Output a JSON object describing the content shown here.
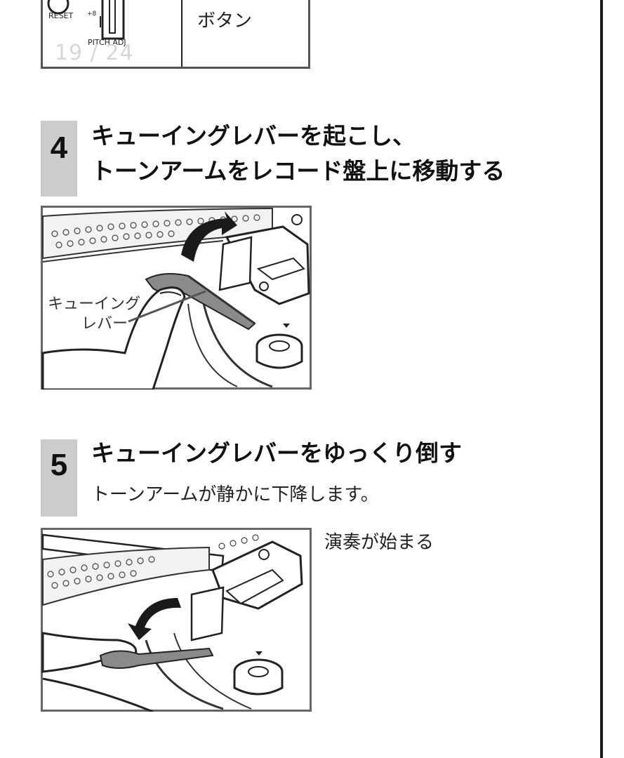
{
  "top_fragment": {
    "button_text": "ボタン",
    "reset_label": "RESET",
    "plus8_label": "+8",
    "pitch_label": "PITCH ADJ",
    "page_indicator": "19 / 24"
  },
  "steps": [
    {
      "number": "4",
      "title_line1": "キューイングレバーを起こし、",
      "title_line2": "トーンアームをレコード盤上に移動する",
      "callout": {
        "line1": "キューイング",
        "line2": "レバー"
      }
    },
    {
      "number": "5",
      "title": "キューイングレバーをゆっくり倒す",
      "subtitle": "トーンアームが静かに下降します。",
      "side_note": "演奏が始まる"
    }
  ]
}
